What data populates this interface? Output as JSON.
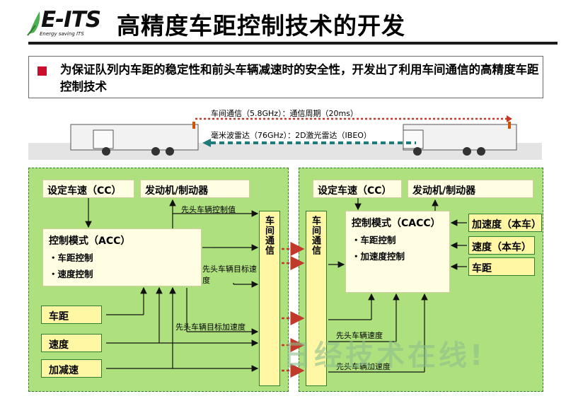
{
  "logo": {
    "text": "E-ITS",
    "sub": "Energy saving ITS"
  },
  "title": "高精度车距控制技术的开发",
  "intro": "为保证队列内车距的稳定性和前头车辆减速时的安全性，开发出了利用车间通信的高精度车距控制技术",
  "comm": {
    "link1": "车间通信（5.8GHz）：通信周期（20ms）",
    "link2": "毫米波雷达（76GHz）：2D激光雷达（IBEO）"
  },
  "left": {
    "cc": "设定车速（CC）",
    "engine": "发动机/制动器",
    "mode_title": "控制模式（ACC）",
    "mode_items": [
      "・车距控制",
      "・速度控制"
    ],
    "inputs": [
      "车距",
      "速度",
      "加减速"
    ],
    "signals": [
      "先头车辆控制值",
      "先头车辆目标速度",
      "先头车辆目标加速度"
    ],
    "comm_box": "车间通信"
  },
  "right": {
    "cc": "设定车速（CC）",
    "engine": "发动机/制动器",
    "mode_title": "控制模式（CACC）",
    "mode_items": [
      "・车距控制",
      "・加速度控制"
    ],
    "inputs": [
      "加速度（本车）",
      "速度（本车）",
      "车距"
    ],
    "signals": [
      "先头车辆速度",
      "先头车辆加速度"
    ],
    "comm_box": "车间通信"
  },
  "watermark": "日经技术在线!",
  "colors": {
    "panel": "#aee07e",
    "accent_red": "#c8102e",
    "comm_arrow": "#c0392b",
    "radar_arrow": "#1f7a7a"
  }
}
